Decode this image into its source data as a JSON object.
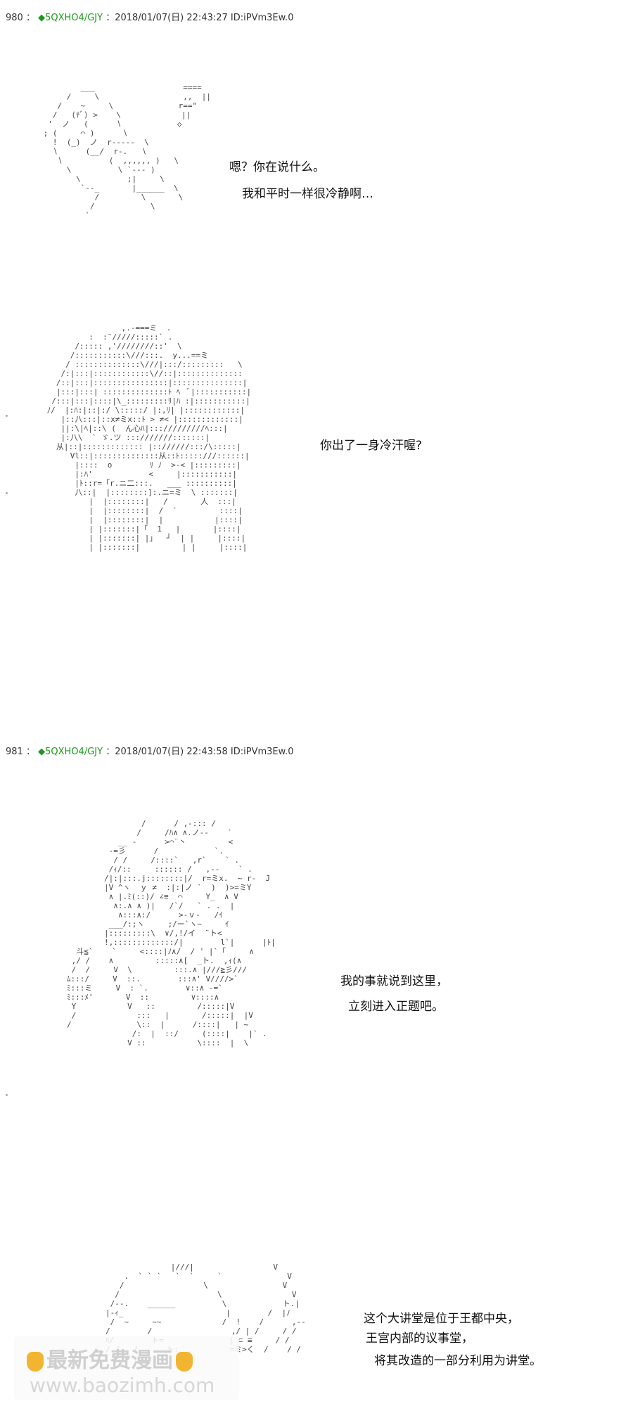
{
  "posts": [
    {
      "number": "980",
      "separator": "：",
      "diamond": "◆",
      "trip": "5QXHO4/GJY",
      "date": "：2018/01/07(日) 22:43:27 ID:iPVm3Ew.0"
    },
    {
      "number": "981",
      "separator": "：",
      "diamond": "◆",
      "trip": "5QXHO4/GJY",
      "date": "：2018/01/07(日) 22:43:58 ID:iPVm3Ew.0"
    }
  ],
  "dialogues": {
    "d1_line1": "嗯？你在说什么。",
    "d1_line2": "我和平时一样很冷静啊…",
    "d2_line1": "你出了一身冷汗喔?",
    "d3_line1": "我的事就说到这里，",
    "d3_line2": "立刻进入正题吧。",
    "d4_line1": "这个大讲堂是位于王都中央，",
    "d4_line2": "王宫内部的议事堂，",
    "d4_line3": "将其改造的一部分利用为讲堂。"
  },
  "watermark": {
    "line1": "最新免费漫画",
    "line2": "www.baozimh.com"
  }
}
